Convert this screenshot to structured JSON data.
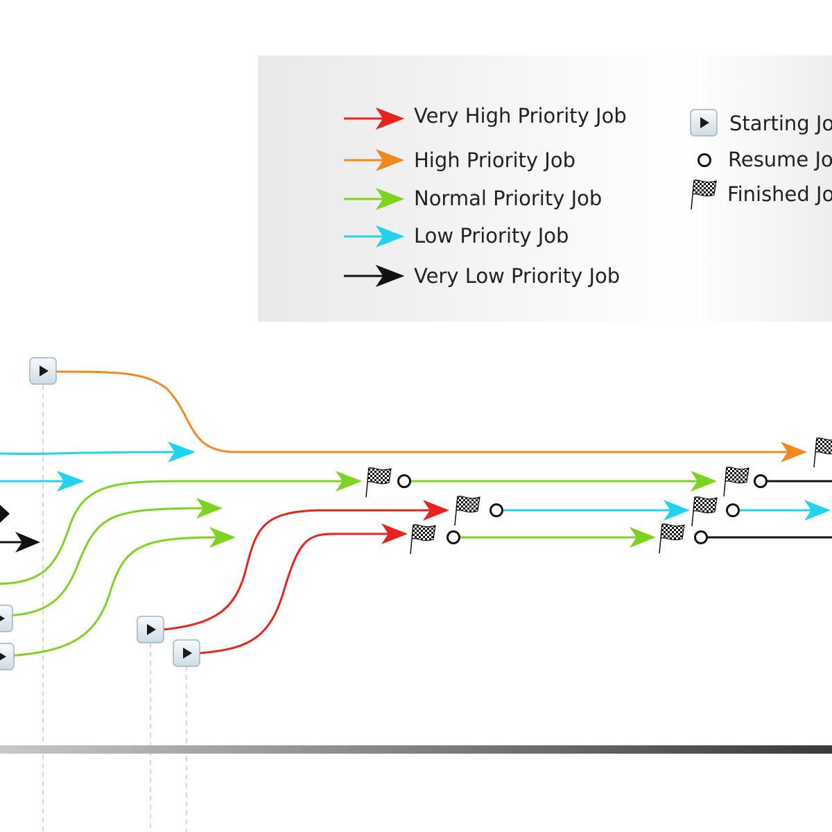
{
  "legend": {
    "priority_items": [
      {
        "label": "Very High Priority Job",
        "color": "#e8231d"
      },
      {
        "label": "High Priority Job",
        "color": "#f08a1e"
      },
      {
        "label": "Normal Priority Job",
        "color": "#7ed321"
      },
      {
        "label": "Low Priority Job",
        "color": "#22d3ef"
      },
      {
        "label": "Very Low Priority Job",
        "color": "#111111"
      }
    ],
    "marker_items": [
      {
        "label": "Starting Job",
        "icon": "play-button-icon"
      },
      {
        "label": "Resume Job",
        "icon": "open-circle-icon"
      },
      {
        "label": "Finished Job",
        "icon": "checkered-flag-icon"
      }
    ]
  },
  "colors": {
    "very_high": "#e8231d",
    "high": "#f08a1e",
    "normal": "#7ed321",
    "low": "#22d3ef",
    "very_low": "#111111"
  }
}
